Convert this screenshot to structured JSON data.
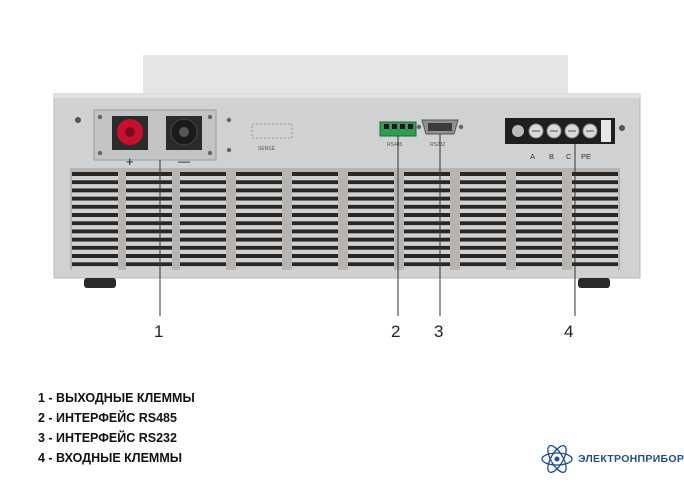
{
  "terminals": {
    "plus": "+",
    "minus": "—"
  },
  "panel_labels": {
    "sense": "SENSE",
    "rs485": "RS485",
    "rs232": "RS232"
  },
  "input_terminals": [
    "A",
    "B",
    "C",
    "PE"
  ],
  "callouts": [
    "1",
    "2",
    "3",
    "4"
  ],
  "legend": [
    "1 - ВЫХОДНЫЕ КЛЕММЫ",
    "2 - ИНТЕРФЕЙС RS485",
    "3 - ИНТЕРФЕЙС RS232",
    "4 - ВХОДНЫЕ КЛЕММЫ"
  ],
  "logo": {
    "text": "ЭЛЕКТРОНПРИБОР"
  },
  "colors": {
    "chassis": "#d6d8d9",
    "panel": "#c9cbcc",
    "accent": "#1f4e8c"
  }
}
